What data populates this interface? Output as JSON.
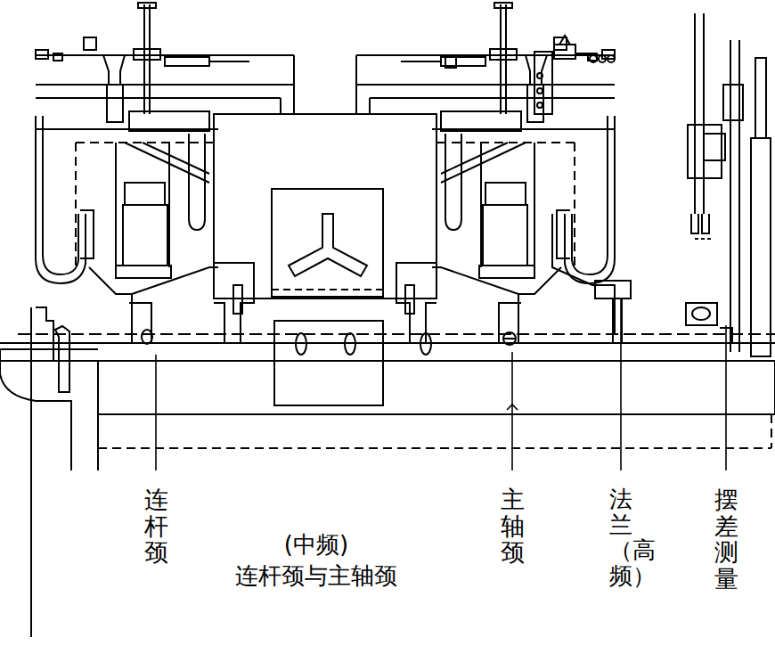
{
  "diagram": {
    "labels": [
      "连杆颈",
      "(中频) 连杆颈与主轴颈",
      "主轴颈",
      "法兰（高频）",
      "摆差测量"
    ]
  }
}
